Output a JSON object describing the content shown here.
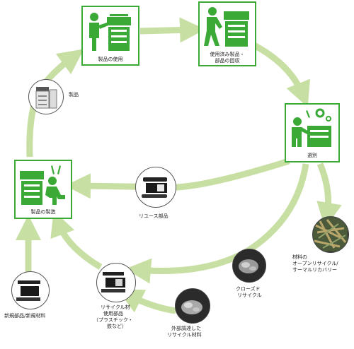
{
  "colors": {
    "accent_green": "#3aa935",
    "arrow_green": "#c8dfa3",
    "text": "#222222"
  },
  "nodes": {
    "use": {
      "label": "製品の使用",
      "icon": "person-copier-icon"
    },
    "collection": {
      "label_line1": "使用済み製品・",
      "label_line2": "部品の回収",
      "icon": "person-pushing-copier-icon"
    },
    "sorting": {
      "label": "選別",
      "icon": "person-sorting-tools-icon"
    },
    "manufacturing": {
      "label": "製品の製造",
      "icon": "person-assembling-copier-icon"
    }
  },
  "items": {
    "product": {
      "label": "製品",
      "icon": "copier-photo-icon"
    },
    "reuse_parts": {
      "label": "リユース部品",
      "icon": "toner-parts-icon"
    },
    "open_recycle": {
      "label_line1": "材料の",
      "label_line2": "オープンリサイクル/",
      "label_line3": "サーマルリカバリー",
      "icon": "scrap-metal-icon"
    },
    "closed_recycle": {
      "label_line1": "クローズド",
      "label_line2": "リサイクル",
      "icon": "recycled-pellets-icon"
    },
    "recycled_parts": {
      "label_line1": "リサイクル材",
      "label_line2": "使用部品",
      "label_line3": "（プラスチック・",
      "label_line4": "鉄など）",
      "icon": "recycled-parts-icon"
    },
    "new_parts": {
      "label": "新規部品/新規材料",
      "icon": "new-parts-icon"
    },
    "external_recycled": {
      "label_line1": "外部調達した",
      "label_line2": "リサイクル材料",
      "icon": "external-pellets-icon"
    }
  }
}
